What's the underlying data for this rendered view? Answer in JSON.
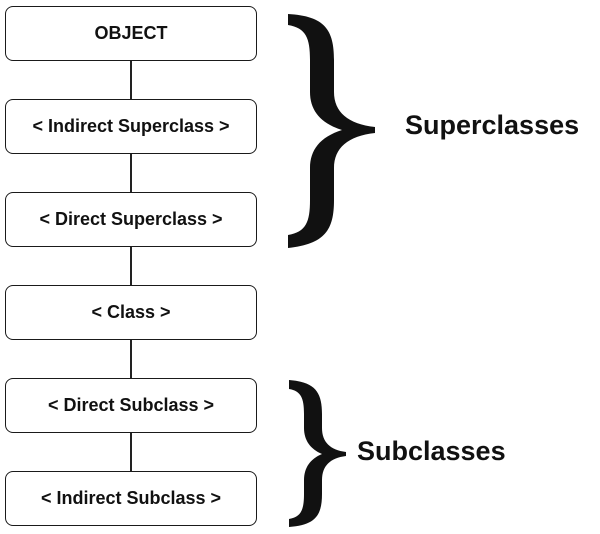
{
  "hierarchy": {
    "nodes": [
      {
        "id": "object",
        "label": "OBJECT"
      },
      {
        "id": "indirect-superclass",
        "label": "< Indirect Superclass >"
      },
      {
        "id": "direct-superclass",
        "label": "< Direct Superclass >"
      },
      {
        "id": "class",
        "label": "< Class >"
      },
      {
        "id": "direct-subclass",
        "label": "< Direct Subclass >"
      },
      {
        "id": "indirect-subclass",
        "label": "< Indirect Subclass >"
      }
    ]
  },
  "groups": {
    "superclasses": {
      "label": "Superclasses"
    },
    "subclasses": {
      "label": "Subclasses"
    }
  },
  "colors": {
    "stroke": "#1a1a1a",
    "text": "#111111",
    "background": "#ffffff"
  }
}
